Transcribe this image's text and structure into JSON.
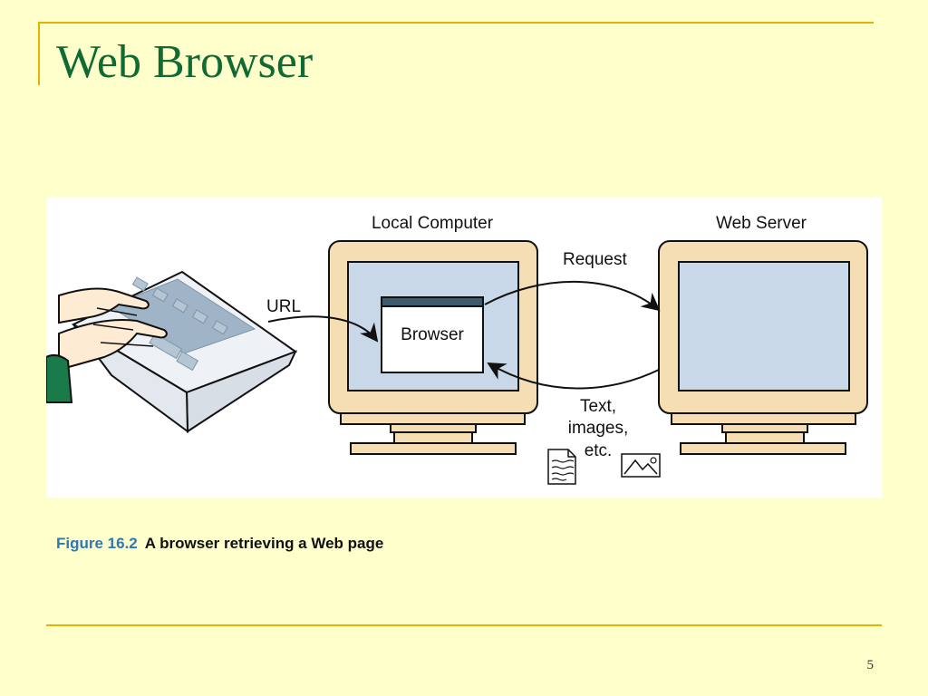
{
  "slide": {
    "title": "Web Browser",
    "page_number": "5"
  },
  "diagram": {
    "local_computer_label": "Local Computer",
    "web_server_label": "Web Server",
    "url_label": "URL",
    "request_label": "Request",
    "browser_label": "Browser",
    "response_label_line1": "Text,",
    "response_label_line2": "images,",
    "response_label_line3": "etc."
  },
  "caption": {
    "figure_number": "Figure 16.2",
    "text": "A browser retrieving a Web page"
  },
  "colors": {
    "background": "#ffffcc",
    "title": "#0f6b33",
    "accent_rule": "#e0b400",
    "caption_figure": "#2e78b7",
    "monitor_bezel": "#f5deb3",
    "screen": "#c8d8e8",
    "keyboard": "#9fb4c6",
    "sleeve": "#1a7a4a"
  }
}
